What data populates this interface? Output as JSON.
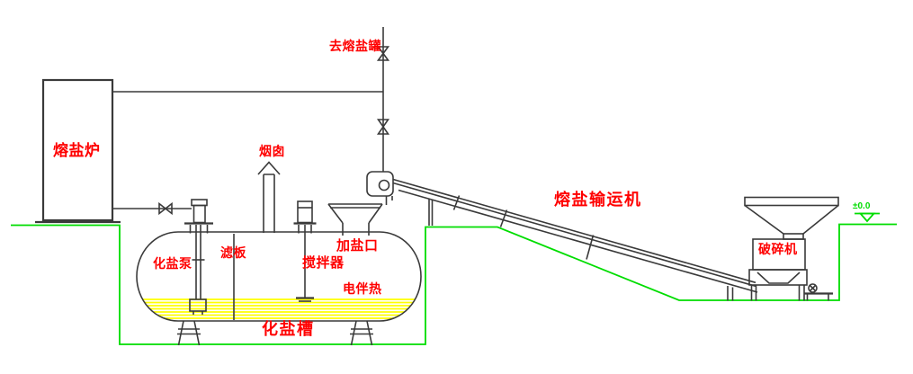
{
  "labels": {
    "furnace": "熔盐炉",
    "to_melt_tank": "去熔盐罐",
    "chimney": "烟囱",
    "salt_pump": "化盐泵",
    "filter_plate": "滤板",
    "agitator": "搅拌器",
    "salt_inlet": "加盐口",
    "heat_trace": "电伴热",
    "salt_tank": "化盐槽",
    "conveyor": "熔盐输运机",
    "crusher": "破碎机",
    "elevation": "±0.0"
  },
  "colors": {
    "label_red": "#ff0000",
    "ground_green": "#00dd00",
    "liquid_yellow": "#ffff00",
    "line_black": "#3a3a3a",
    "background": "#ffffff"
  }
}
